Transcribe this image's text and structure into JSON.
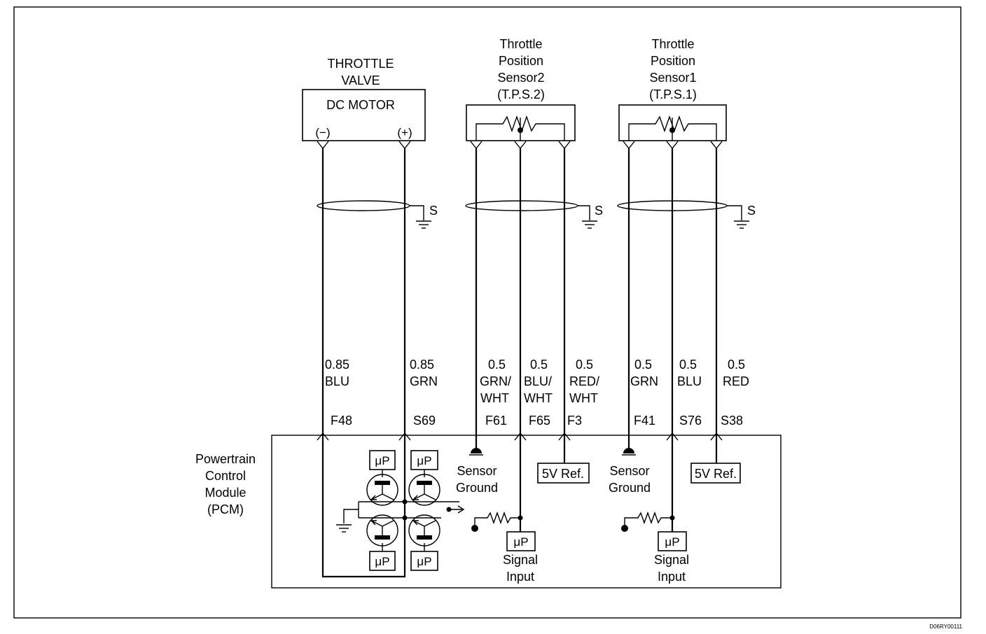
{
  "components": {
    "throttle_valve": {
      "title_line1": "THROTTLE",
      "title_line2": "VALVE",
      "motor_label": "DC MOTOR",
      "neg_label": "(−)",
      "pos_label": "(+)"
    },
    "tps2": {
      "line1": "Throttle",
      "line2": "Position",
      "line3": "Sensor2",
      "line4": "(T.P.S.2)"
    },
    "tps1": {
      "line1": "Throttle",
      "line2": "Position",
      "line3": "Sensor1",
      "line4": "(T.P.S.1)"
    }
  },
  "shield_label": "S",
  "wires": [
    {
      "gauge": "0.85",
      "color1": "BLU",
      "color2": "",
      "pin": "F48"
    },
    {
      "gauge": "0.85",
      "color1": "GRN",
      "color2": "",
      "pin": "S69"
    },
    {
      "gauge": "0.5",
      "color1": "GRN/",
      "color2": "WHT",
      "pin": "F61"
    },
    {
      "gauge": "0.5",
      "color1": "BLU/",
      "color2": "WHT",
      "pin": "F65"
    },
    {
      "gauge": "0.5",
      "color1": "RED/",
      "color2": "WHT",
      "pin": "F3"
    },
    {
      "gauge": "0.5",
      "color1": "GRN",
      "color2": "",
      "pin": "F41"
    },
    {
      "gauge": "0.5",
      "color1": "BLU",
      "color2": "",
      "pin": "S76"
    },
    {
      "gauge": "0.5",
      "color1": "RED",
      "color2": "",
      "pin": "S38"
    }
  ],
  "pcm": {
    "line1": "Powertrain",
    "line2": "Control",
    "line3": "Module",
    "line4": "(PCM)",
    "up_label": "μP",
    "sensor_ground_line1": "Sensor",
    "sensor_ground_line2": "Ground",
    "ref_label": "5V Ref.",
    "signal_line1": "Signal",
    "signal_line2": "Input"
  },
  "footer_code": "D06RY00111"
}
